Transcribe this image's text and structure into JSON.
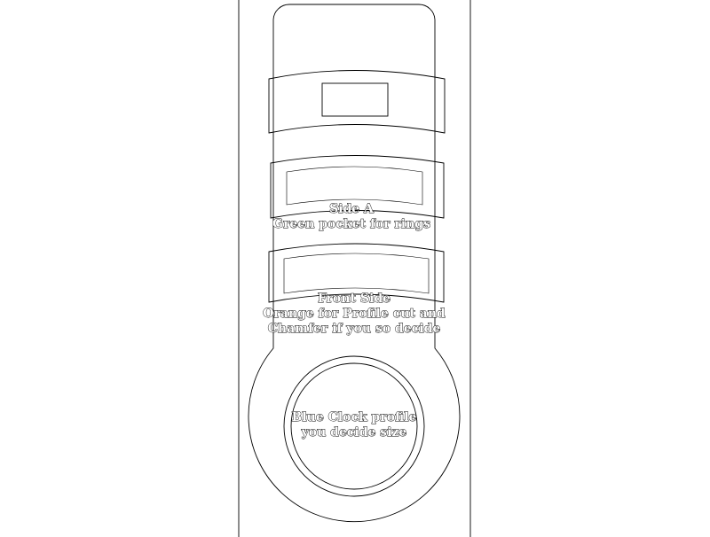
{
  "labels": {
    "side_a_title": "Side A",
    "side_a_desc": "Green pocket for rings",
    "front_title": "Front Side",
    "front_line1": "Orange for Profile cut and",
    "front_line2": "Chamfer if you so decide",
    "clock_line1": "Blue Clock profile",
    "clock_line2": "you decide size"
  },
  "colors": {
    "stroke": "#000000",
    "background": "#ffffff"
  }
}
